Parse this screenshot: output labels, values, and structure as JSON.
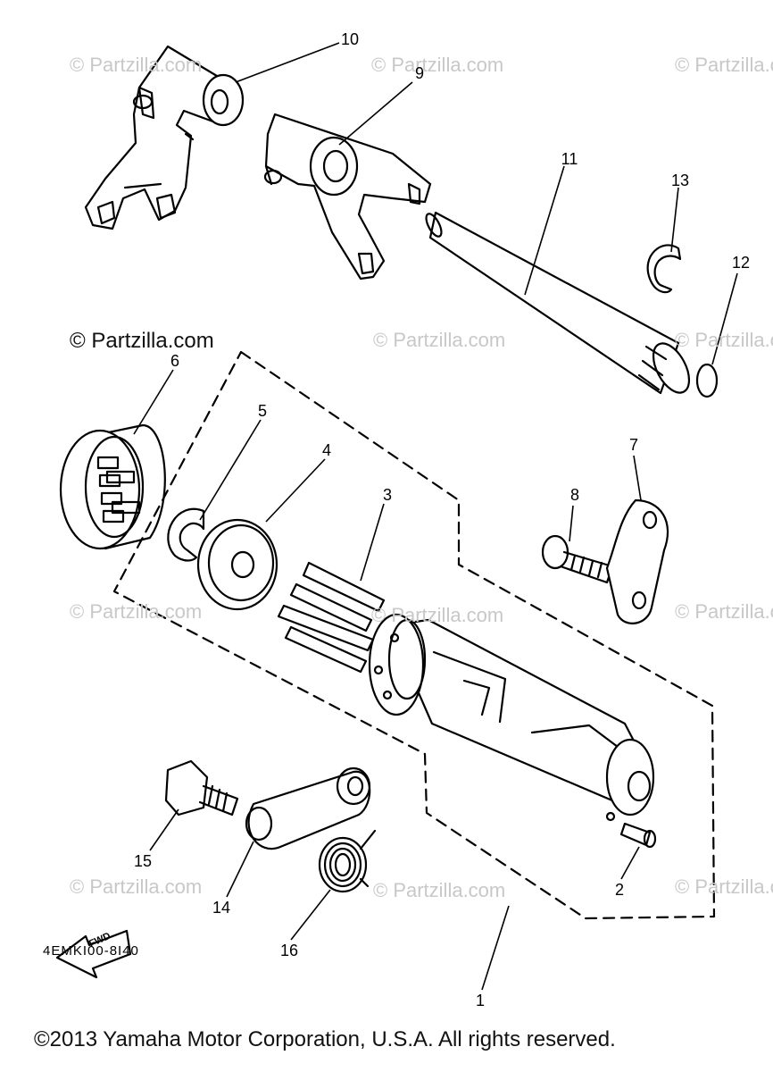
{
  "watermark": "© Partzilla.com",
  "watermark_main": "© Partzilla.com",
  "callouts": [
    "10",
    "9",
    "11",
    "13",
    "12",
    "6",
    "5",
    "4",
    "3",
    "8",
    "7",
    "15",
    "14",
    "16",
    "2",
    "1"
  ],
  "fwd_label": "FWD",
  "diagram_code": "4EMKI00-8I40",
  "copyright": "©2013 Yamaha Motor Corporation, U.S.A. All rights reserved."
}
